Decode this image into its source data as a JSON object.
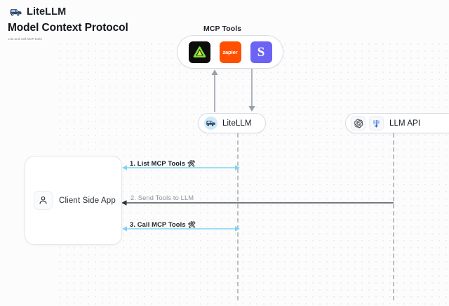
{
  "brand": {
    "name": "LiteLLM",
    "logo_icon": "litellm-truck-logo"
  },
  "header": {
    "title": "Model Context Protocol",
    "subtitle": "List and call MCP tools"
  },
  "diagram": {
    "mcp_tools": {
      "label": "MCP Tools",
      "tools": [
        {
          "name": "triangle-tool-icon",
          "label": "",
          "bg": "#0d0d0d",
          "fg": "#7ee03c"
        },
        {
          "name": "zapier-icon",
          "label": "zapier",
          "bg": "#ff4f00",
          "fg": "#ffffff"
        },
        {
          "name": "s-tool-icon",
          "label": "S",
          "bg": "#6c63f5",
          "fg": "#ffffff"
        }
      ]
    },
    "litellm_node": {
      "label": "LiteLLM",
      "avatar_icon": "litellm-avatar-icon"
    },
    "llm_api_node": {
      "label": "LLM API",
      "icons": [
        "openai-icon",
        "anthropic-icon"
      ]
    },
    "client_node": {
      "label": "Client Side App",
      "icon": "user-icon"
    },
    "messages": [
      {
        "step": "1.",
        "text": "1. List MCP Tools",
        "emoji": "🛠",
        "color": "#7fd3f2"
      },
      {
        "step": "2.",
        "text": "2. Send Tools to LLM",
        "emoji": "",
        "color": "#4a4f57"
      },
      {
        "step": "3.",
        "text": "3. Call MCP Tools",
        "emoji": "🛠",
        "color": "#7fd3f2"
      }
    ],
    "vertical_arrows": [
      {
        "name": "tools-to-litellm-up-arrow",
        "direction": "up"
      },
      {
        "name": "litellm-to-tools-down-arrow",
        "direction": "down"
      }
    ]
  },
  "colors": {
    "accent_blue": "#7fd3f2",
    "dark_arrow": "#4a4f57",
    "lifeline": "#b9bdc4",
    "canvas_bg": "#fcfcfd",
    "dot_grid": "#e8e9ec"
  }
}
